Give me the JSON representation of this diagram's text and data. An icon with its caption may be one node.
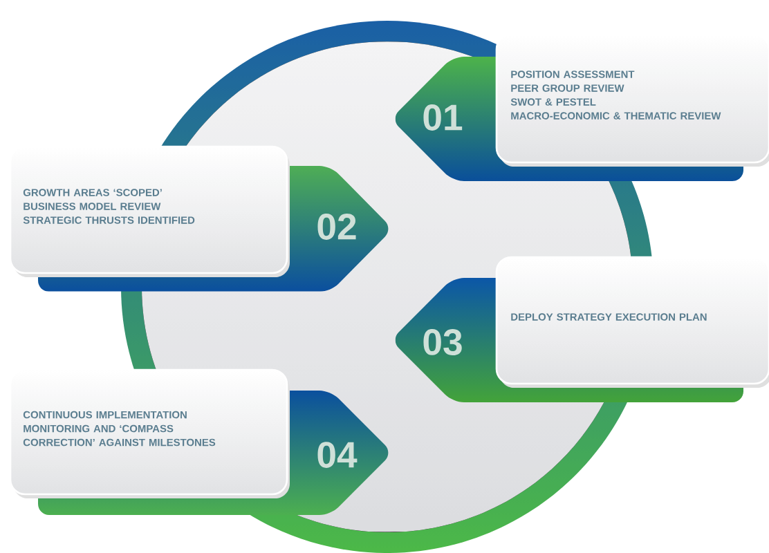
{
  "diagram": {
    "nodes": [
      {
        "text": [
          "01"
        ]
      },
      {
        "text": [
          "POSITION ASSESSMENT",
          "PEER GROUP REVIEW",
          "SWOT & PESTEL",
          "MACRO-ECONOMIC & THEMATIC REVIEW"
        ]
      },
      {
        "text": [
          "02"
        ]
      },
      {
        "text": [
          "GROWTH AREAS ‘SCOPED’",
          "BUSINESS MODEL REVIEW",
          "STRATEGIC THRUSTS IDENTIFIED"
        ]
      },
      {
        "text": [
          "03"
        ]
      },
      {
        "text": [
          "DEPLOY STRATEGY EXECUTION PLAN"
        ]
      },
      {
        "text": [
          "04"
        ]
      },
      {
        "text": [
          "CONTINUOUS IMPLEMENTATION MONITORING AND ‘COMPASS CORRECTION’ AGAINST MILESTONES"
        ]
      }
    ]
  }
}
